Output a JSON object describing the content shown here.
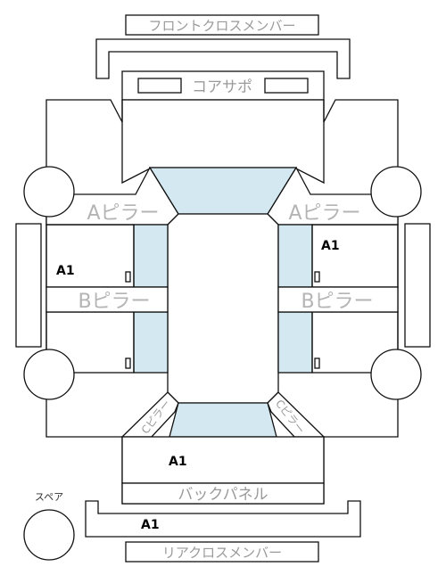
{
  "labels": {
    "front_cross_member": "フロントクロスメンバー",
    "core_support": "コアサポ",
    "a_pillar_left": "Aピラー",
    "a_pillar_right": "Aピラー",
    "b_pillar_left": "Bピラー",
    "b_pillar_right": "Bピラー",
    "back_panel": "バックパネル",
    "rear_cross_member": "リアクロスメンバー",
    "spare": "スペア",
    "c_pillar_left": "Cピラー",
    "c_pillar_right": "Cピラー"
  },
  "markers": {
    "right_front_door": "A1",
    "left_front_door": "A1",
    "trunk": "A1",
    "rear_cross": "A1"
  },
  "colors": {
    "glass": "#d3e8f0",
    "outline": "#111111",
    "label_gray": "#9a9a9a"
  }
}
